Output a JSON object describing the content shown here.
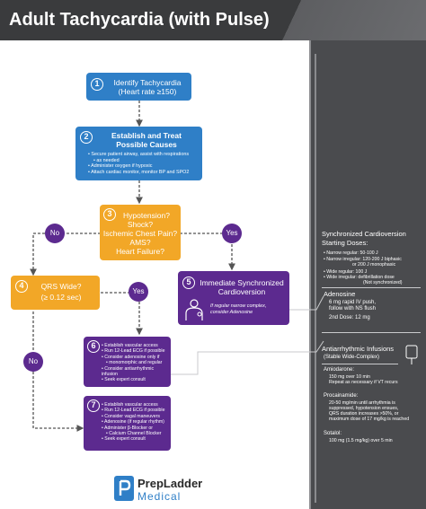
{
  "header": {
    "title": "Adult Tachycardia (with Pulse)"
  },
  "steps": [
    {
      "number": "1",
      "title_lines": [
        "Identify Tachycardia",
        "(Heart rate ≥150)"
      ]
    },
    {
      "number": "2",
      "title_lines": [
        "Establish and Treat",
        "Possible Causes"
      ],
      "bullets": [
        "Secure patient airway, assist with respirations",
        "as needed",
        "Administer oxygen if hypoxic",
        "Attach cardiac monitor, monitor BP and SPO2"
      ]
    },
    {
      "number": "3",
      "title_lines": [
        "Hypotension?",
        "Shock?",
        "Ischemic Chest Pain?",
        "AMS?",
        "Heart Failure?"
      ]
    },
    {
      "number": "4",
      "title_lines": [
        "QRS Wide?",
        "(≥ 0.12 sec)"
      ]
    },
    {
      "number": "5",
      "title_lines": [
        "Immediate Synchronized",
        "Cardioversion"
      ],
      "note_lines": [
        "If regular narrow complex,",
        "consider Adenosine"
      ]
    },
    {
      "number": "6",
      "bullets": [
        "Establish vascular access",
        "Run 12-Lead ECG if possible",
        "Consider adenosine only if",
        "monomorphic and regular",
        "Consider antiarrhythmic infusion",
        "Seek expert consult"
      ]
    },
    {
      "number": "7",
      "bullets": [
        "Establish vascular access",
        "Run 12-Lead ECG if possible",
        "Consider vagal maneuvers",
        "Adenosine (if regular rhythm)",
        "Administer β-Blocker or",
        "Calcium Channel Blocker",
        "Seek expert consult"
      ]
    }
  ],
  "decisions": {
    "no": "No",
    "yes": "Yes"
  },
  "side": {
    "sync": {
      "heading_lines": [
        "Synchronized Cardioversion",
        "Starting Doses:"
      ],
      "lines": [
        "Narrow regular: 50-100 J",
        "Narrow irregular: 120-200 J biphasic",
        "or 200 J monophasic",
        "Wide regular: 100 J",
        "Wide irregular: defibrillation dose",
        "(Not synchronized)"
      ]
    },
    "adenosine": {
      "heading": "Adenosine",
      "lines": [
        "6 mg rapid IV push,",
        "follow with NS flush"
      ],
      "second": "2nd Dose: 12 mg"
    },
    "infusions": {
      "heading_lines": [
        "Antiarrhythmic Infusions",
        "(Stable Wide-Complex)"
      ],
      "amiodarone": {
        "label": "Amiodarone:",
        "lines": [
          "150 mg over 10 min",
          "Repeat as necessary if VT recurs"
        ]
      },
      "procainamide": {
        "label": "Procainamide:",
        "lines": [
          "20-50 mg/min until arrhythmia is",
          "suppressed, hypotension ensues,",
          "QRS duration increases >50%, or",
          "maximum dose of 17 mg/kg is reached"
        ]
      },
      "sotalol": {
        "label": "Sotalol:",
        "lines": [
          "100 mg (1.5 mg/kg) over 5 min"
        ]
      }
    }
  },
  "logo": {
    "line1": "PrepLadder",
    "line2": "Medical"
  },
  "colors": {
    "blue": "#2f7fc7",
    "yellow": "#f2a727",
    "purple": "#5c2a8f",
    "header": "#3a3b3d",
    "panel": "#4a4b4e"
  }
}
